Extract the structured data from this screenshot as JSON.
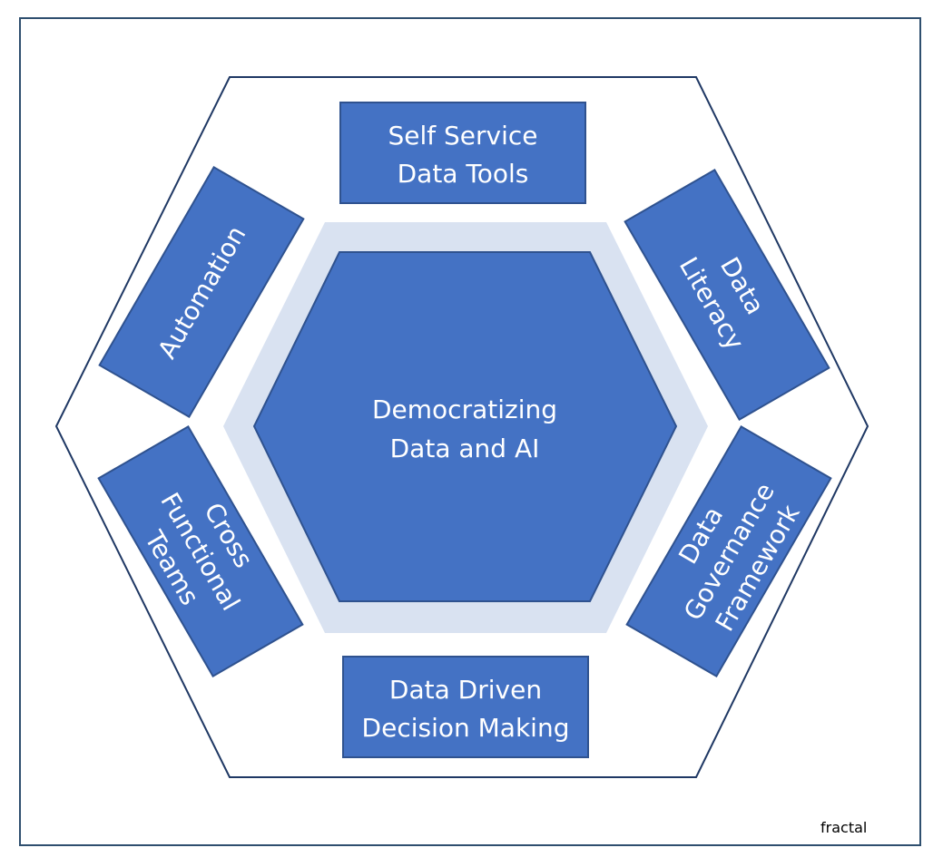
{
  "diagram": {
    "center": {
      "line1": "Democratizing",
      "line2": "Data and AI"
    },
    "pillars": {
      "top": {
        "line1": "Self Service",
        "line2": "Data Tools"
      },
      "upper_right": {
        "line1": "Data",
        "line2": "Literacy"
      },
      "lower_right": {
        "line1": "Data",
        "line2": "Governance",
        "line3": "Framework"
      },
      "bottom": {
        "line1": "Data Driven",
        "line2": "Decision Making"
      },
      "lower_left": {
        "line1": "Cross",
        "line2": "Functional",
        "line3": "Teams"
      },
      "upper_left": {
        "line1": "Automation"
      }
    }
  },
  "credit": "fractal",
  "colors": {
    "box_fill": "#4472C4",
    "box_stroke": "#2F528F",
    "ring_fill": "#D9E2F1",
    "outline": "#1F3864",
    "frame": "#2F4F6F"
  }
}
